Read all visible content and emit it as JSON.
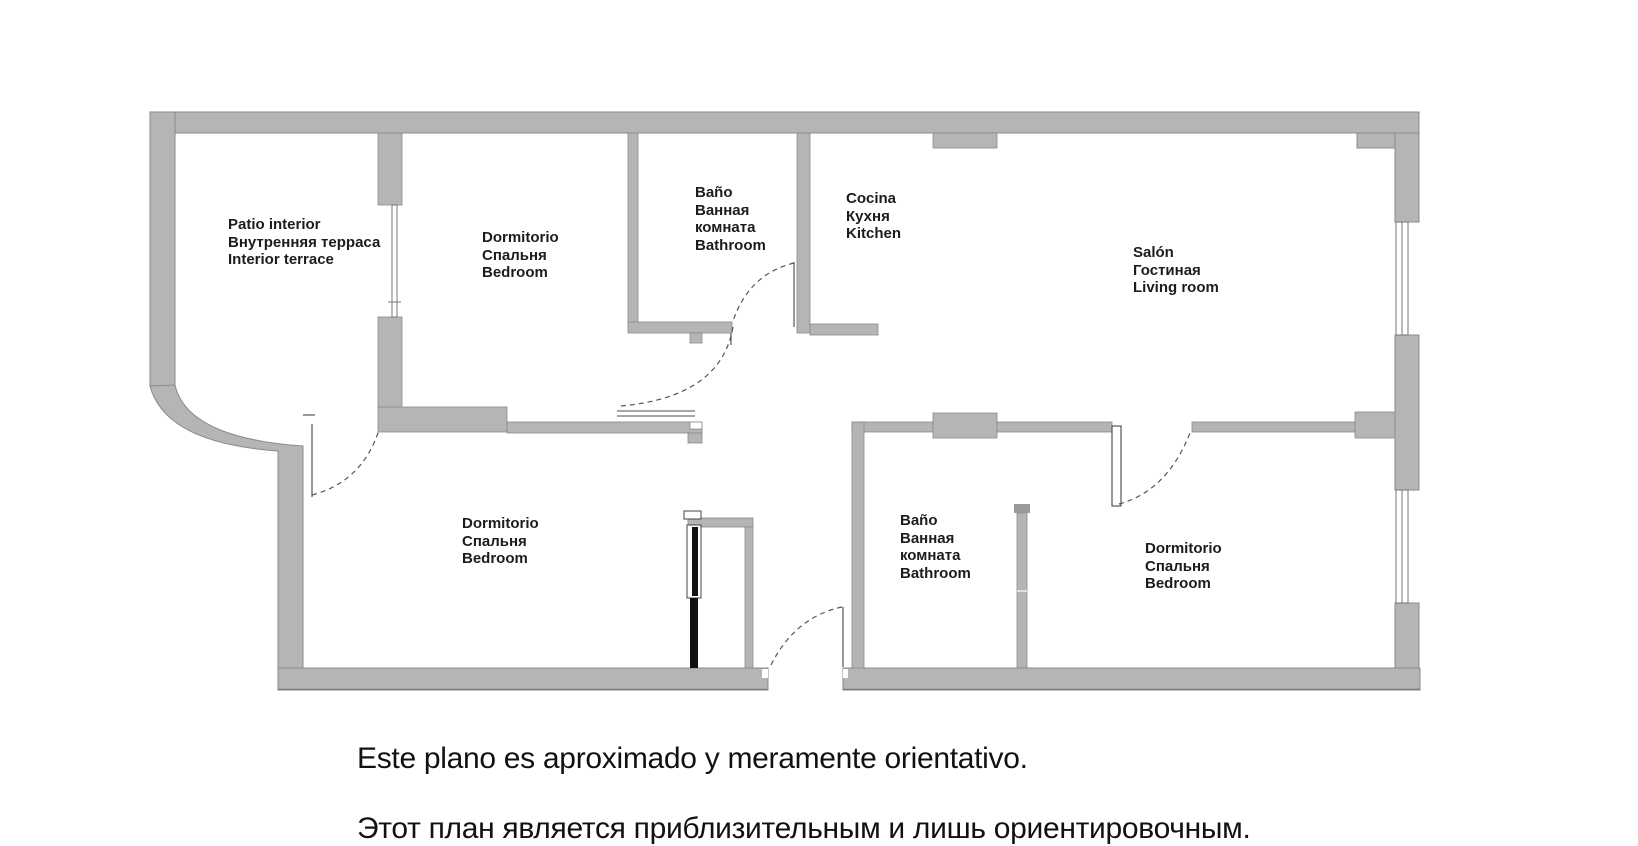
{
  "colors": {
    "wall": "#b5b5b5",
    "wall_edge": "#8a8a8a",
    "line": "#555555",
    "text": "#1c1c1c",
    "background": "#ffffff"
  },
  "rooms": [
    {
      "id": "patio-interior",
      "lines": [
        "Patio interior",
        "Внутренняя терраса",
        "Interior terrace"
      ]
    },
    {
      "id": "bedroom-top-left",
      "lines": [
        "Dormitorio",
        "Спальня",
        "Bedroom"
      ]
    },
    {
      "id": "bathroom-top",
      "lines": [
        "Baño",
        "Ванная",
        "комната",
        "Bathroom"
      ]
    },
    {
      "id": "kitchen",
      "lines": [
        "Cocina",
        "Кухня",
        "Kitchen"
      ]
    },
    {
      "id": "living-room",
      "lines": [
        "Salón",
        "Гостиная",
        "Living room"
      ]
    },
    {
      "id": "bedroom-bottom-left",
      "lines": [
        "Dormitorio",
        "Спальня",
        "Bedroom"
      ]
    },
    {
      "id": "bathroom-bottom",
      "lines": [
        "Baño",
        "Ванная",
        "комната",
        "Bathroom"
      ]
    },
    {
      "id": "bedroom-bottom-right",
      "lines": [
        "Dormitorio",
        "Спальня",
        "Bedroom"
      ]
    }
  ],
  "footer": {
    "line1": "Este plano es aproximado y meramente orientativo.",
    "line2": "Этот план является приблизительным и лишь ориентировочным."
  }
}
